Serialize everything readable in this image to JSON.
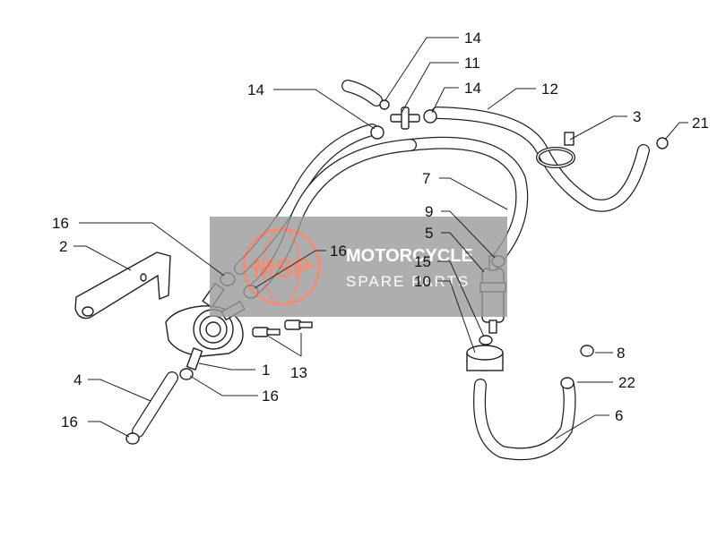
{
  "diagram": {
    "callouts": [
      {
        "id": "c14a",
        "label": "14"
      },
      {
        "id": "c11",
        "label": "11"
      },
      {
        "id": "c14b",
        "label": "14"
      },
      {
        "id": "c14c",
        "label": "14"
      },
      {
        "id": "c12",
        "label": "12"
      },
      {
        "id": "c3",
        "label": "3"
      },
      {
        "id": "c21",
        "label": "21"
      },
      {
        "id": "c7",
        "label": "7"
      },
      {
        "id": "c9",
        "label": "9"
      },
      {
        "id": "c5",
        "label": "5"
      },
      {
        "id": "c15",
        "label": "15"
      },
      {
        "id": "c10",
        "label": "10"
      },
      {
        "id": "c16a",
        "label": "16"
      },
      {
        "id": "c2",
        "label": "2"
      },
      {
        "id": "c16b",
        "label": "16"
      },
      {
        "id": "c1",
        "label": "1"
      },
      {
        "id": "c13",
        "label": "13"
      },
      {
        "id": "c16c",
        "label": "16"
      },
      {
        "id": "c4",
        "label": "4"
      },
      {
        "id": "c16d",
        "label": "16"
      },
      {
        "id": "c8",
        "label": "8"
      },
      {
        "id": "c22",
        "label": "22"
      },
      {
        "id": "c6",
        "label": "6"
      }
    ]
  },
  "watermark": {
    "logo_text": "MSP",
    "line1": "MOTORCYCLE",
    "line2": "SPARE PARTS",
    "colors": {
      "panel": "#9a9a9a",
      "logo": "#e8735a",
      "text": "#ffffff"
    }
  }
}
